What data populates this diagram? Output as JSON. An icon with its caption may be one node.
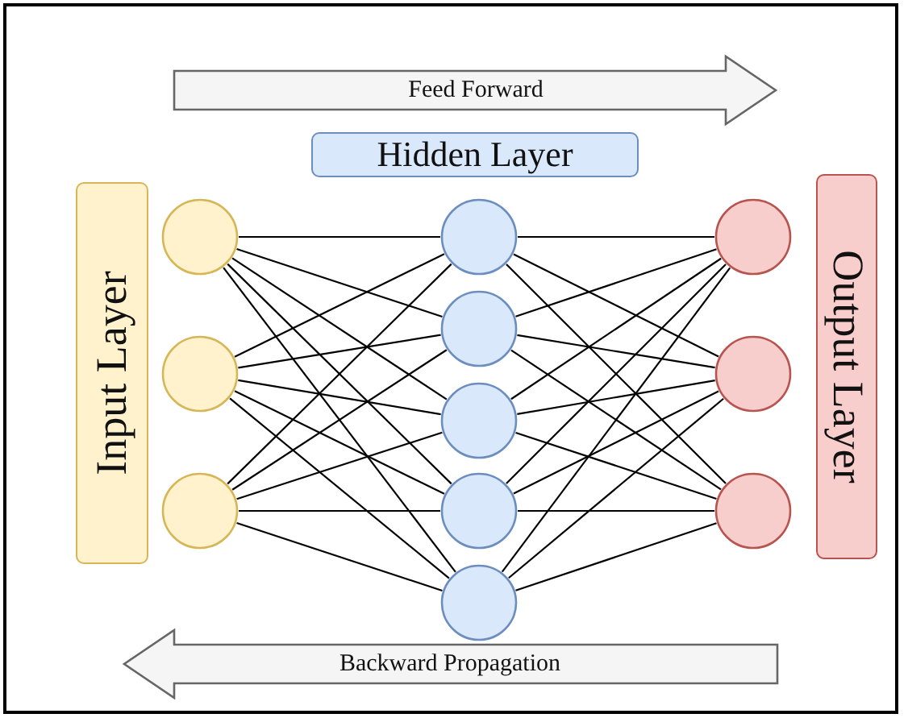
{
  "diagram": {
    "nodes": [
      {
        "text": [
          "Feed Forward"
        ]
      },
      {
        "text": [
          "Hidden Layer"
        ]
      },
      {
        "text": [
          "Input Layer"
        ]
      },
      {
        "text": [],
        "shape": "circle"
      },
      {
        "text": [],
        "shape": "circle"
      },
      {
        "text": [],
        "shape": "circle"
      },
      {
        "text": [],
        "shape": "circle"
      },
      {
        "text": [],
        "shape": "circle"
      },
      {
        "text": [],
        "shape": "circle"
      },
      {
        "text": [],
        "shape": "circle"
      },
      {
        "text": [],
        "shape": "circle"
      },
      {
        "text": [],
        "shape": "circle"
      },
      {
        "text": [],
        "shape": "circle"
      },
      {
        "text": [],
        "shape": "circle"
      },
      {
        "text": [
          "Output Layer"
        ]
      },
      {
        "text": [
          "Backward Propagation"
        ]
      }
    ],
    "edges": [
      {
        "from": 3,
        "to": 6,
        "arrow": "none"
      },
      {
        "from": 3,
        "to": 7,
        "arrow": "none"
      },
      {
        "from": 3,
        "to": 8,
        "arrow": "none"
      },
      {
        "from": 3,
        "to": 9,
        "arrow": "none"
      },
      {
        "from": 3,
        "to": 10,
        "arrow": "none"
      },
      {
        "from": 4,
        "to": 6,
        "arrow": "none"
      },
      {
        "from": 4,
        "to": 7,
        "arrow": "none"
      },
      {
        "from": 4,
        "to": 8,
        "arrow": "none"
      },
      {
        "from": 4,
        "to": 9,
        "arrow": "none"
      },
      {
        "from": 4,
        "to": 10,
        "arrow": "none"
      },
      {
        "from": 5,
        "to": 6,
        "arrow": "none"
      },
      {
        "from": 5,
        "to": 7,
        "arrow": "none"
      },
      {
        "from": 5,
        "to": 8,
        "arrow": "none"
      },
      {
        "from": 5,
        "to": 9,
        "arrow": "none"
      },
      {
        "from": 5,
        "to": 10,
        "arrow": "none"
      },
      {
        "from": 6,
        "to": 11,
        "arrow": "none"
      },
      {
        "from": 6,
        "to": 12,
        "arrow": "none"
      },
      {
        "from": 6,
        "to": 13,
        "arrow": "none"
      },
      {
        "from": 7,
        "to": 11,
        "arrow": "none"
      },
      {
        "from": 7,
        "to": 12,
        "arrow": "none"
      },
      {
        "from": 7,
        "to": 13,
        "arrow": "none"
      },
      {
        "from": 8,
        "to": 11,
        "arrow": "none"
      },
      {
        "from": 8,
        "to": 12,
        "arrow": "none"
      },
      {
        "from": 8,
        "to": 13,
        "arrow": "none"
      },
      {
        "from": 9,
        "to": 11,
        "arrow": "none"
      },
      {
        "from": 9,
        "to": 12,
        "arrow": "none"
      },
      {
        "from": 9,
        "to": 13,
        "arrow": "none"
      },
      {
        "from": 10,
        "to": 11,
        "arrow": "none"
      },
      {
        "from": 10,
        "to": 12,
        "arrow": "none"
      },
      {
        "from": 10,
        "to": 13,
        "arrow": "none"
      }
    ]
  }
}
